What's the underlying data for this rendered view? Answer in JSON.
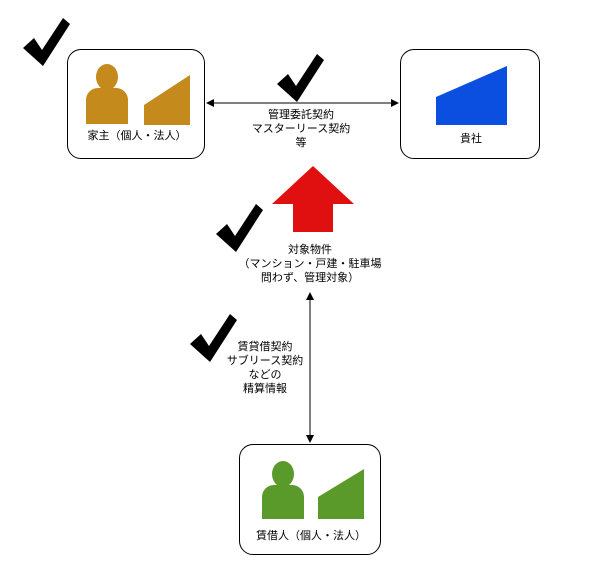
{
  "nodes": {
    "owner": {
      "label": "家主（個人・法人）",
      "color": "#c48a1c"
    },
    "company": {
      "label": "貴社",
      "color": "#0a4fe0"
    },
    "tenant": {
      "label": "賃借人（個人・法人）",
      "color": "#5a9a2a"
    }
  },
  "edges": {
    "owner_company": {
      "lines": [
        "管理委託契約",
        "マスターリース契約",
        "等"
      ]
    },
    "tenant_property": {
      "lines": [
        "賃貸借契約",
        "サブリース契約",
        "などの",
        "精算情報"
      ]
    }
  },
  "property": {
    "color": "#e01010",
    "lines": [
      "対象物件",
      "（マンション・戸建・駐車場",
      "問わず、管理対象）"
    ]
  },
  "checkmark_glyph": "✔"
}
